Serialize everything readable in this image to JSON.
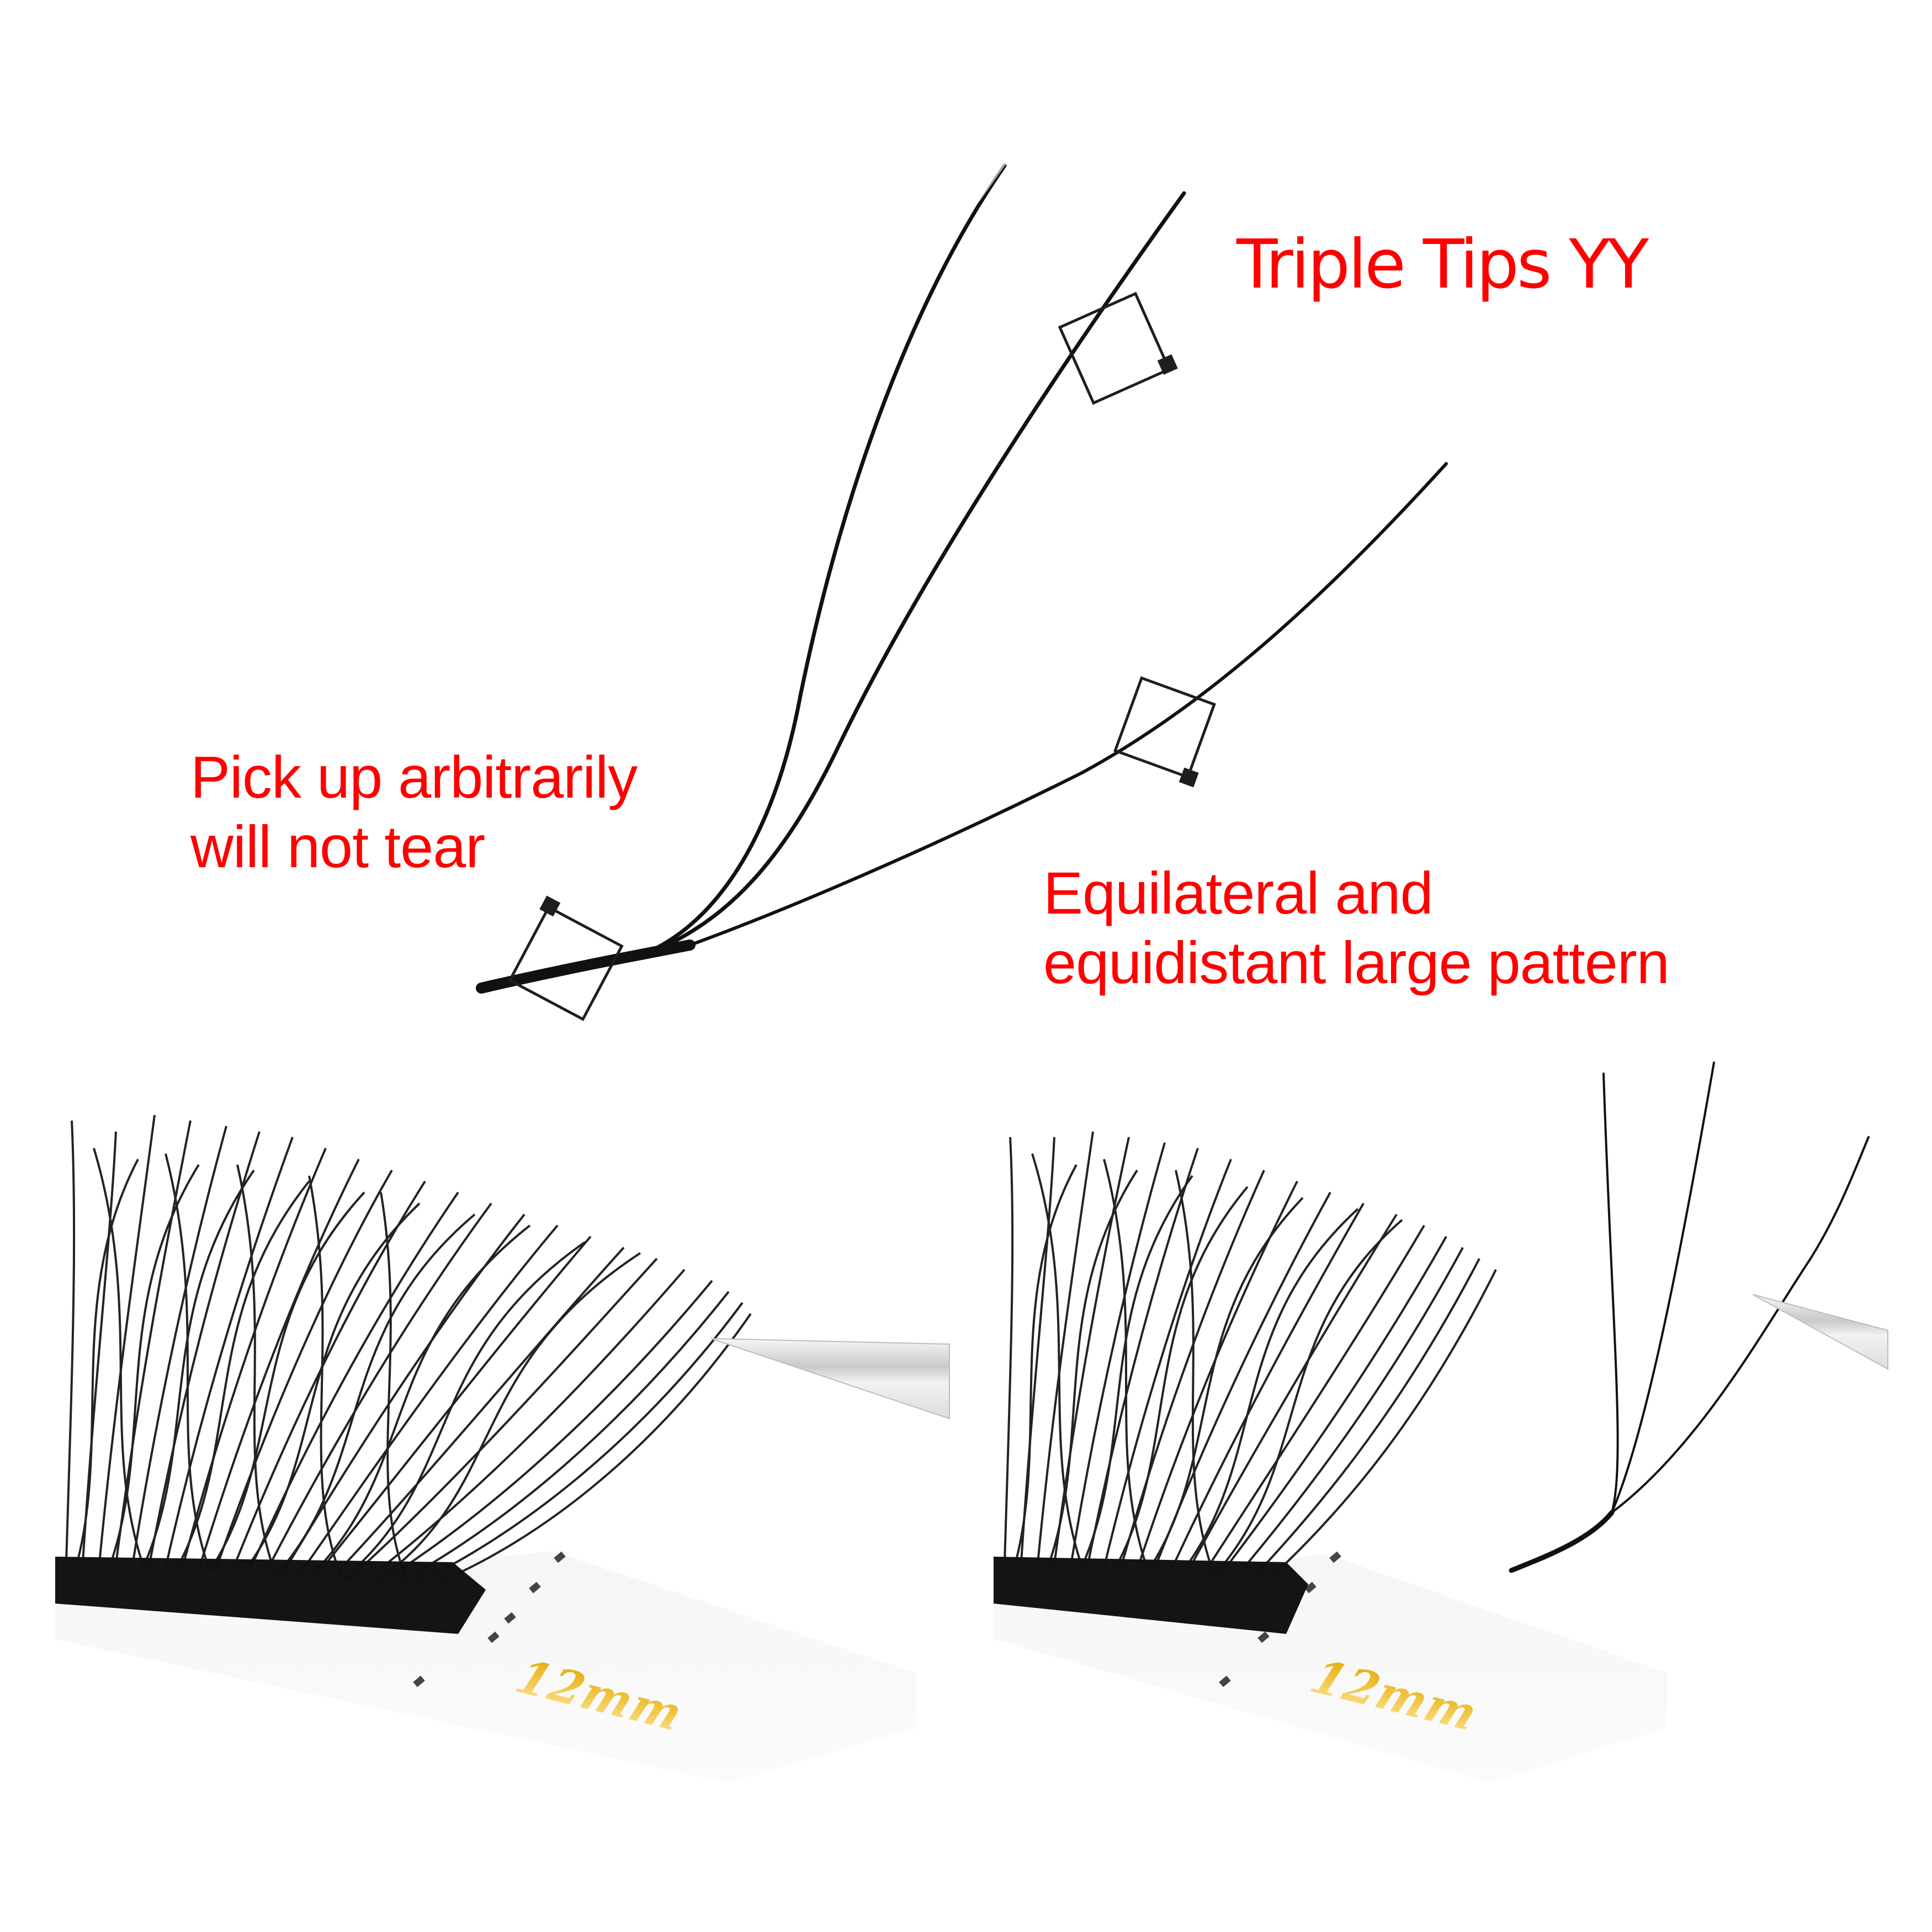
{
  "labels": {
    "title": "Triple Tips YY",
    "pickup_line1": "Pick up arbitrarily",
    "pickup_line2": "will not tear",
    "pattern_line1": "Equilateral and",
    "pattern_line2": "equidistant large pattern"
  },
  "panels": {
    "left": {
      "length_label": "12mm"
    },
    "right": {
      "length_label": "12mm"
    }
  },
  "colors": {
    "label_red": "#ff0000",
    "lash_black": "#111111",
    "length_gold": "#e8b210",
    "callout_stroke": "#1e1e1e"
  },
  "icons": {
    "callout_markers": [
      "callout-square-tip",
      "callout-square-strand",
      "callout-square-base"
    ]
  }
}
